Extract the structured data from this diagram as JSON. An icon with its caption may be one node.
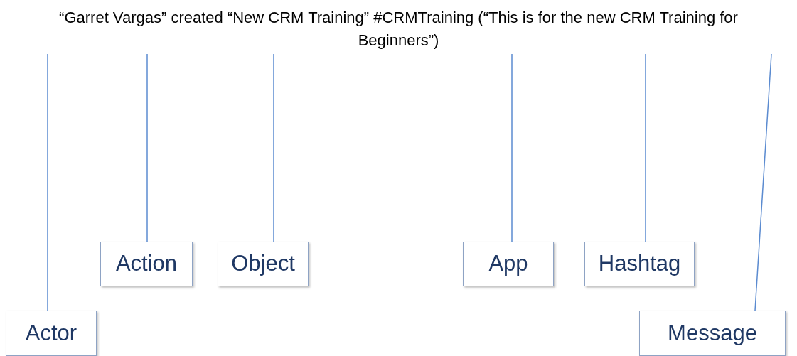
{
  "diagram": {
    "nodes": [
      {
        "text": [
          "“Garret Vargas” created “New CRM Training” #CRMTraining (“This is for the new CRM Training for Beginners”)"
        ]
      },
      {
        "text": [
          "Action"
        ]
      },
      {
        "text": [
          "Object"
        ]
      },
      {
        "text": [
          "App"
        ]
      },
      {
        "text": [
          "Hashtag"
        ]
      },
      {
        "text": [
          "Actor"
        ]
      },
      {
        "text": [
          "Message"
        ]
      }
    ],
    "edges": [
      {
        "from": 5,
        "to": 0,
        "arrow": "none"
      },
      {
        "from": 1,
        "to": 0,
        "arrow": "none"
      },
      {
        "from": 2,
        "to": 0,
        "arrow": "none"
      },
      {
        "from": 3,
        "to": 0,
        "arrow": "none"
      },
      {
        "from": 4,
        "to": 0,
        "arrow": "none"
      },
      {
        "from": 6,
        "to": 0,
        "arrow": "none"
      }
    ]
  }
}
